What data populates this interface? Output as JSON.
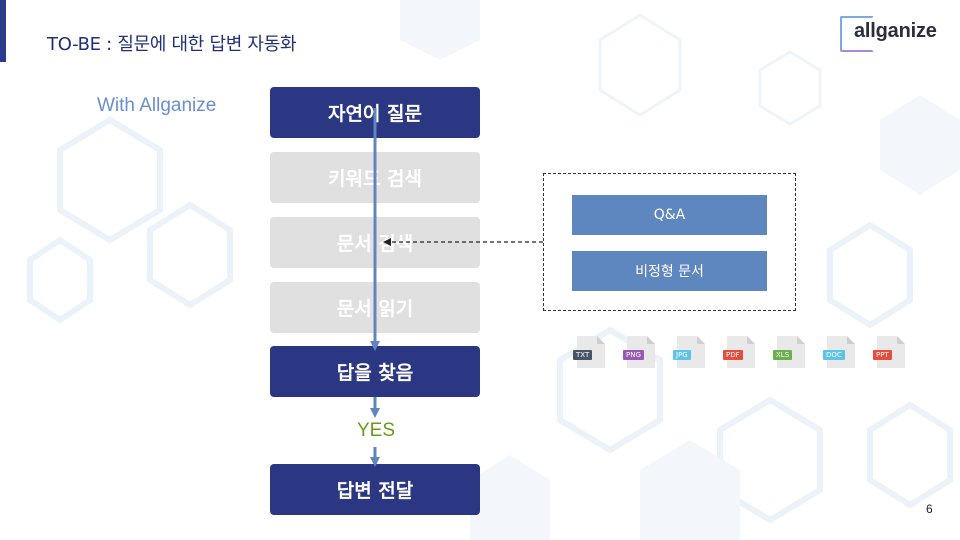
{
  "header": {
    "title": "TO-BE : 질문에 대한 답변 자동화",
    "logo_text": "allganize"
  },
  "subtitle": "With Allganize",
  "flow": {
    "steps": [
      {
        "label": "자연어 질문",
        "state": "active"
      },
      {
        "label": "키워드 검색",
        "state": "inactive"
      },
      {
        "label": "문서 검색",
        "state": "inactive"
      },
      {
        "label": "문서 읽기",
        "state": "inactive"
      },
      {
        "label": "답을 찾음",
        "state": "active"
      },
      {
        "label": "답변 전달",
        "state": "active"
      }
    ],
    "condition_label": "YES"
  },
  "sources": {
    "items": [
      {
        "label": "Q&A"
      },
      {
        "label": "비정형 문서"
      }
    ]
  },
  "file_types": [
    {
      "label": "TXT",
      "color": "#4a5468"
    },
    {
      "label": "PNG",
      "color": "#9b59b6"
    },
    {
      "label": "JPG",
      "color": "#5dc4e6"
    },
    {
      "label": "PDF",
      "color": "#e74c3c"
    },
    {
      "label": "XLS",
      "color": "#6ab04c"
    },
    {
      "label": "DOC",
      "color": "#5dc4e6"
    },
    {
      "label": "PPT",
      "color": "#e74c3c"
    }
  ],
  "colors": {
    "primary": "#2b3782",
    "inactive": "#e0e0e0",
    "source": "#5f87bf",
    "arrow": "#5f87bf",
    "yes": "#6a9a1a"
  },
  "page_number": "6"
}
